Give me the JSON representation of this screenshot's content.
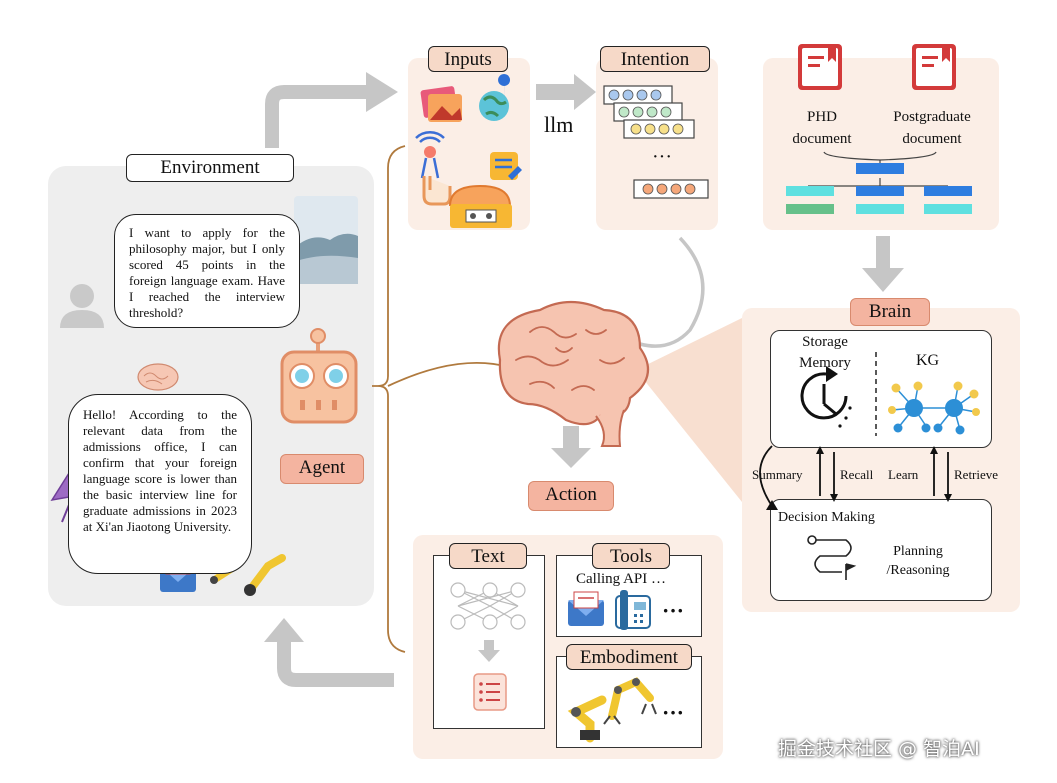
{
  "environment": {
    "label": "Environment",
    "user_message": "I want to apply for the philosophy major, but I only scored 45 points in the foreign language exam. Have I reached the interview threshold?",
    "agent_message": "Hello! According to the relevant data from the admissions office, I can confirm that your foreign language score is lower than the basic interview line for graduate admissions in 2023 at Xi'an Jiaotong University."
  },
  "agent": {
    "label": "Agent"
  },
  "inputs": {
    "label": "Inputs"
  },
  "llm": {
    "label": "llm"
  },
  "intention": {
    "label": "Intention",
    "ellipsis": "···"
  },
  "documents": {
    "phd": "PHD document",
    "postgraduate": "Postgraduate document"
  },
  "brain": {
    "label": "Brain",
    "storage_memory": "Storage Memory",
    "kg": "KG",
    "summary": "Summary",
    "recall": "Recall",
    "learn": "Learn",
    "retrieve": "Retrieve",
    "decision_making": "Decision Making",
    "planning_reasoning": "Planning /Reasoning"
  },
  "action": {
    "label": "Action",
    "text_label": "Text",
    "tools_label": "Tools",
    "tools_caption": "Calling API …",
    "tools_more": "···",
    "embodiment_label": "Embodiment",
    "embodiment_more": "···"
  },
  "watermark": "掘金技术社区 @ 智泊AI",
  "colors": {
    "peach_panel": "#fbeee6",
    "gray_panel": "#eeeeee",
    "label_fill": "#f6d9c8",
    "tag_fill": "#f4b4a0",
    "arrow_gray": "#c6c6c6",
    "brown_line": "#b07a3e",
    "book_red": "#d33a3a",
    "tree_blue": "#2e7de0",
    "tree_cyan": "#5fe0e0",
    "tree_green": "#66c08a",
    "kg_blue": "#2c8fd6",
    "kg_yellow": "#f2c94c"
  }
}
